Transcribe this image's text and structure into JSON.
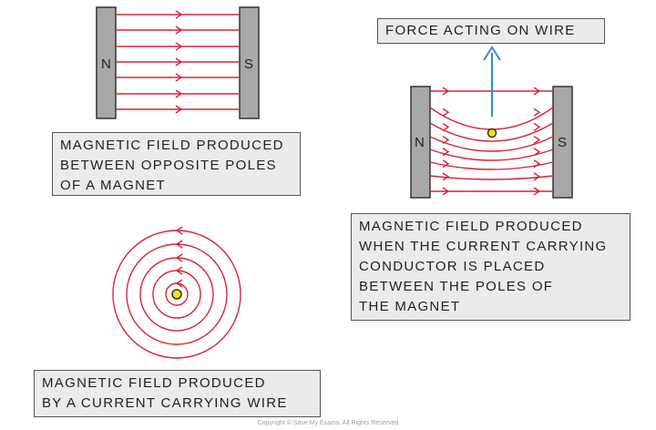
{
  "captions": {
    "opposite_poles": [
      "MAGNETIC FIELD PRODUCED",
      "BETWEEN OPPOSITE POLES",
      "OF A MAGNET"
    ],
    "conductor_between_poles": [
      "MAGNETIC FIELD PRODUCED",
      "WHEN THE CURRENT CARRYING",
      "CONDUCTOR IS PLACED",
      "BETWEEN THE POLES OF",
      "THE MAGNET"
    ],
    "current_wire": [
      "MAGNETIC FIELD PRODUCED",
      "BY A CURRENT CARRYING WIRE"
    ],
    "force": "FORCE ACTING ON WIRE"
  },
  "poles": {
    "north": "N",
    "south": "S"
  },
  "copyright": "Copyright © Save My Exams. All Rights Reserved",
  "colors": {
    "field_line": "#d9233a",
    "force_arrow": "#2f8fcf",
    "magnet": "#a8a8a8",
    "wire": "#f2e600",
    "caption_bg": "#ebebeb"
  }
}
